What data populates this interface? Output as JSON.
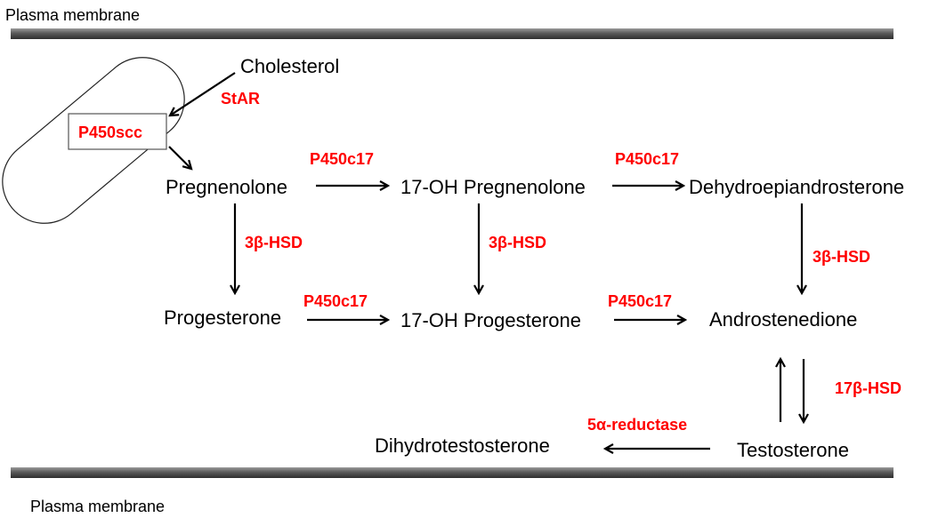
{
  "membrane": {
    "top_label": "Plasma membrane",
    "bottom_label": "Plasma membrane"
  },
  "molecules": {
    "cholesterol": "Cholesterol",
    "pregnenolone": "Pregnenolone",
    "oh17_pregnenolone": "17-OH Pregnenolone",
    "dhea": "Dehydroepiandrosterone",
    "progesterone": "Progesterone",
    "oh17_progesterone": "17-OH Progesterone",
    "androstenedione": "Androstenedione",
    "testosterone": "Testosterone",
    "dht": "Dihydrotestosterone"
  },
  "enzymes": {
    "star": "StAR",
    "p450scc": "P450scc",
    "p450c17_1": "P450c17",
    "p450c17_2": "P450c17",
    "p450c17_3": "P450c17",
    "p450c17_4": "P450c17",
    "hsd3b_1": "3β-HSD",
    "hsd3b_2": "3β-HSD",
    "hsd3b_3": "3β-HSD",
    "hsd17b": "17β-HSD",
    "reductase5a": "5α-reductase"
  },
  "colors": {
    "enzyme": "#ff0000",
    "molecule": "#000000",
    "membrane": "#555555"
  }
}
